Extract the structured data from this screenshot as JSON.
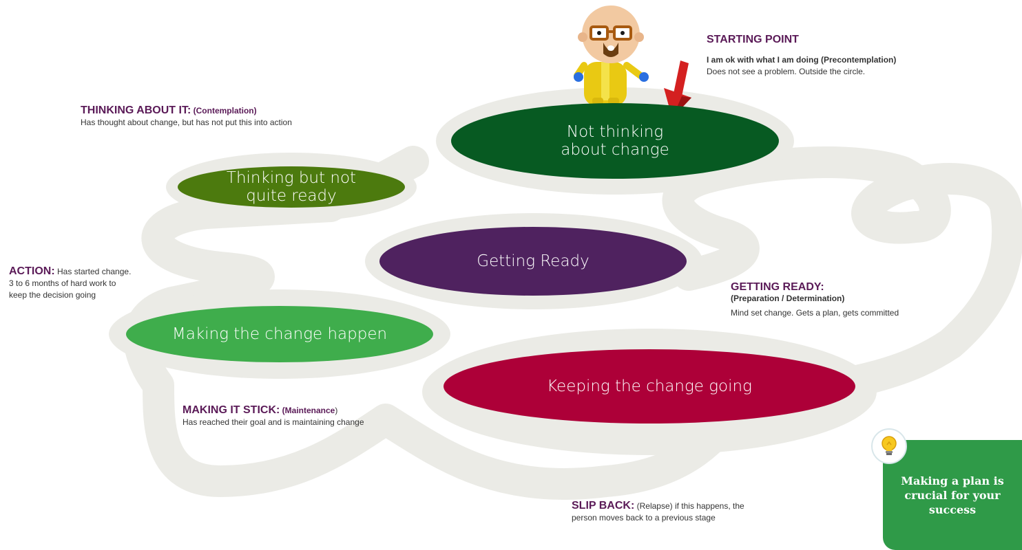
{
  "stages": [
    {
      "id": "precontemplation",
      "text": "Not thinking\nabout change",
      "color": "#075a22"
    },
    {
      "id": "contemplation",
      "text": "Thinking but not\nquite ready",
      "color": "#4c7a0e"
    },
    {
      "id": "preparation",
      "text": "Getting Ready",
      "color": "#4f225f"
    },
    {
      "id": "action",
      "text": "Making the change happen",
      "color": "#3fad4c"
    },
    {
      "id": "maintenance",
      "text": "Keeping the change going",
      "color": "#ad0038"
    }
  ],
  "labels": {
    "starting_point": {
      "title": "STARTING POINT",
      "line1": "I am ok with what I am doing (Precontemplation)",
      "line2": "Does not see a problem.  Outside the circle."
    },
    "thinking": {
      "title": "THINKING ABOUT IT:",
      "paren": "(Contemplation)",
      "desc": "Has thought about change, but has not put this into action"
    },
    "action": {
      "title": "ACTION:",
      "line1": "Has started change.",
      "line2": "3 to 6 months of hard work to",
      "line3": "keep the decision going"
    },
    "getting_ready": {
      "title": "GETTING READY:",
      "paren": "(Preparation / Determination)",
      "desc": "Mind set change. Gets a plan, gets committed"
    },
    "making_it_stick": {
      "title": "MAKING IT STICK:",
      "paren": "(Maintenance",
      "close": ")",
      "desc": "Has reached their goal and is maintaining change"
    },
    "slip_back": {
      "title": "SLIP BACK:",
      "line1": "(Relapse) if this happens, the",
      "line2": "person moves back to a previous stage"
    }
  },
  "tip": {
    "text": "Making a plan is crucial for your success",
    "color": "#2f9a48",
    "icon": "lightbulb-icon"
  },
  "colors": {
    "path": "#ebebe6",
    "heading": "#5a1a57",
    "arrow": "#d42020"
  },
  "character": {
    "icon": "bald-man-with-glasses-icon"
  }
}
